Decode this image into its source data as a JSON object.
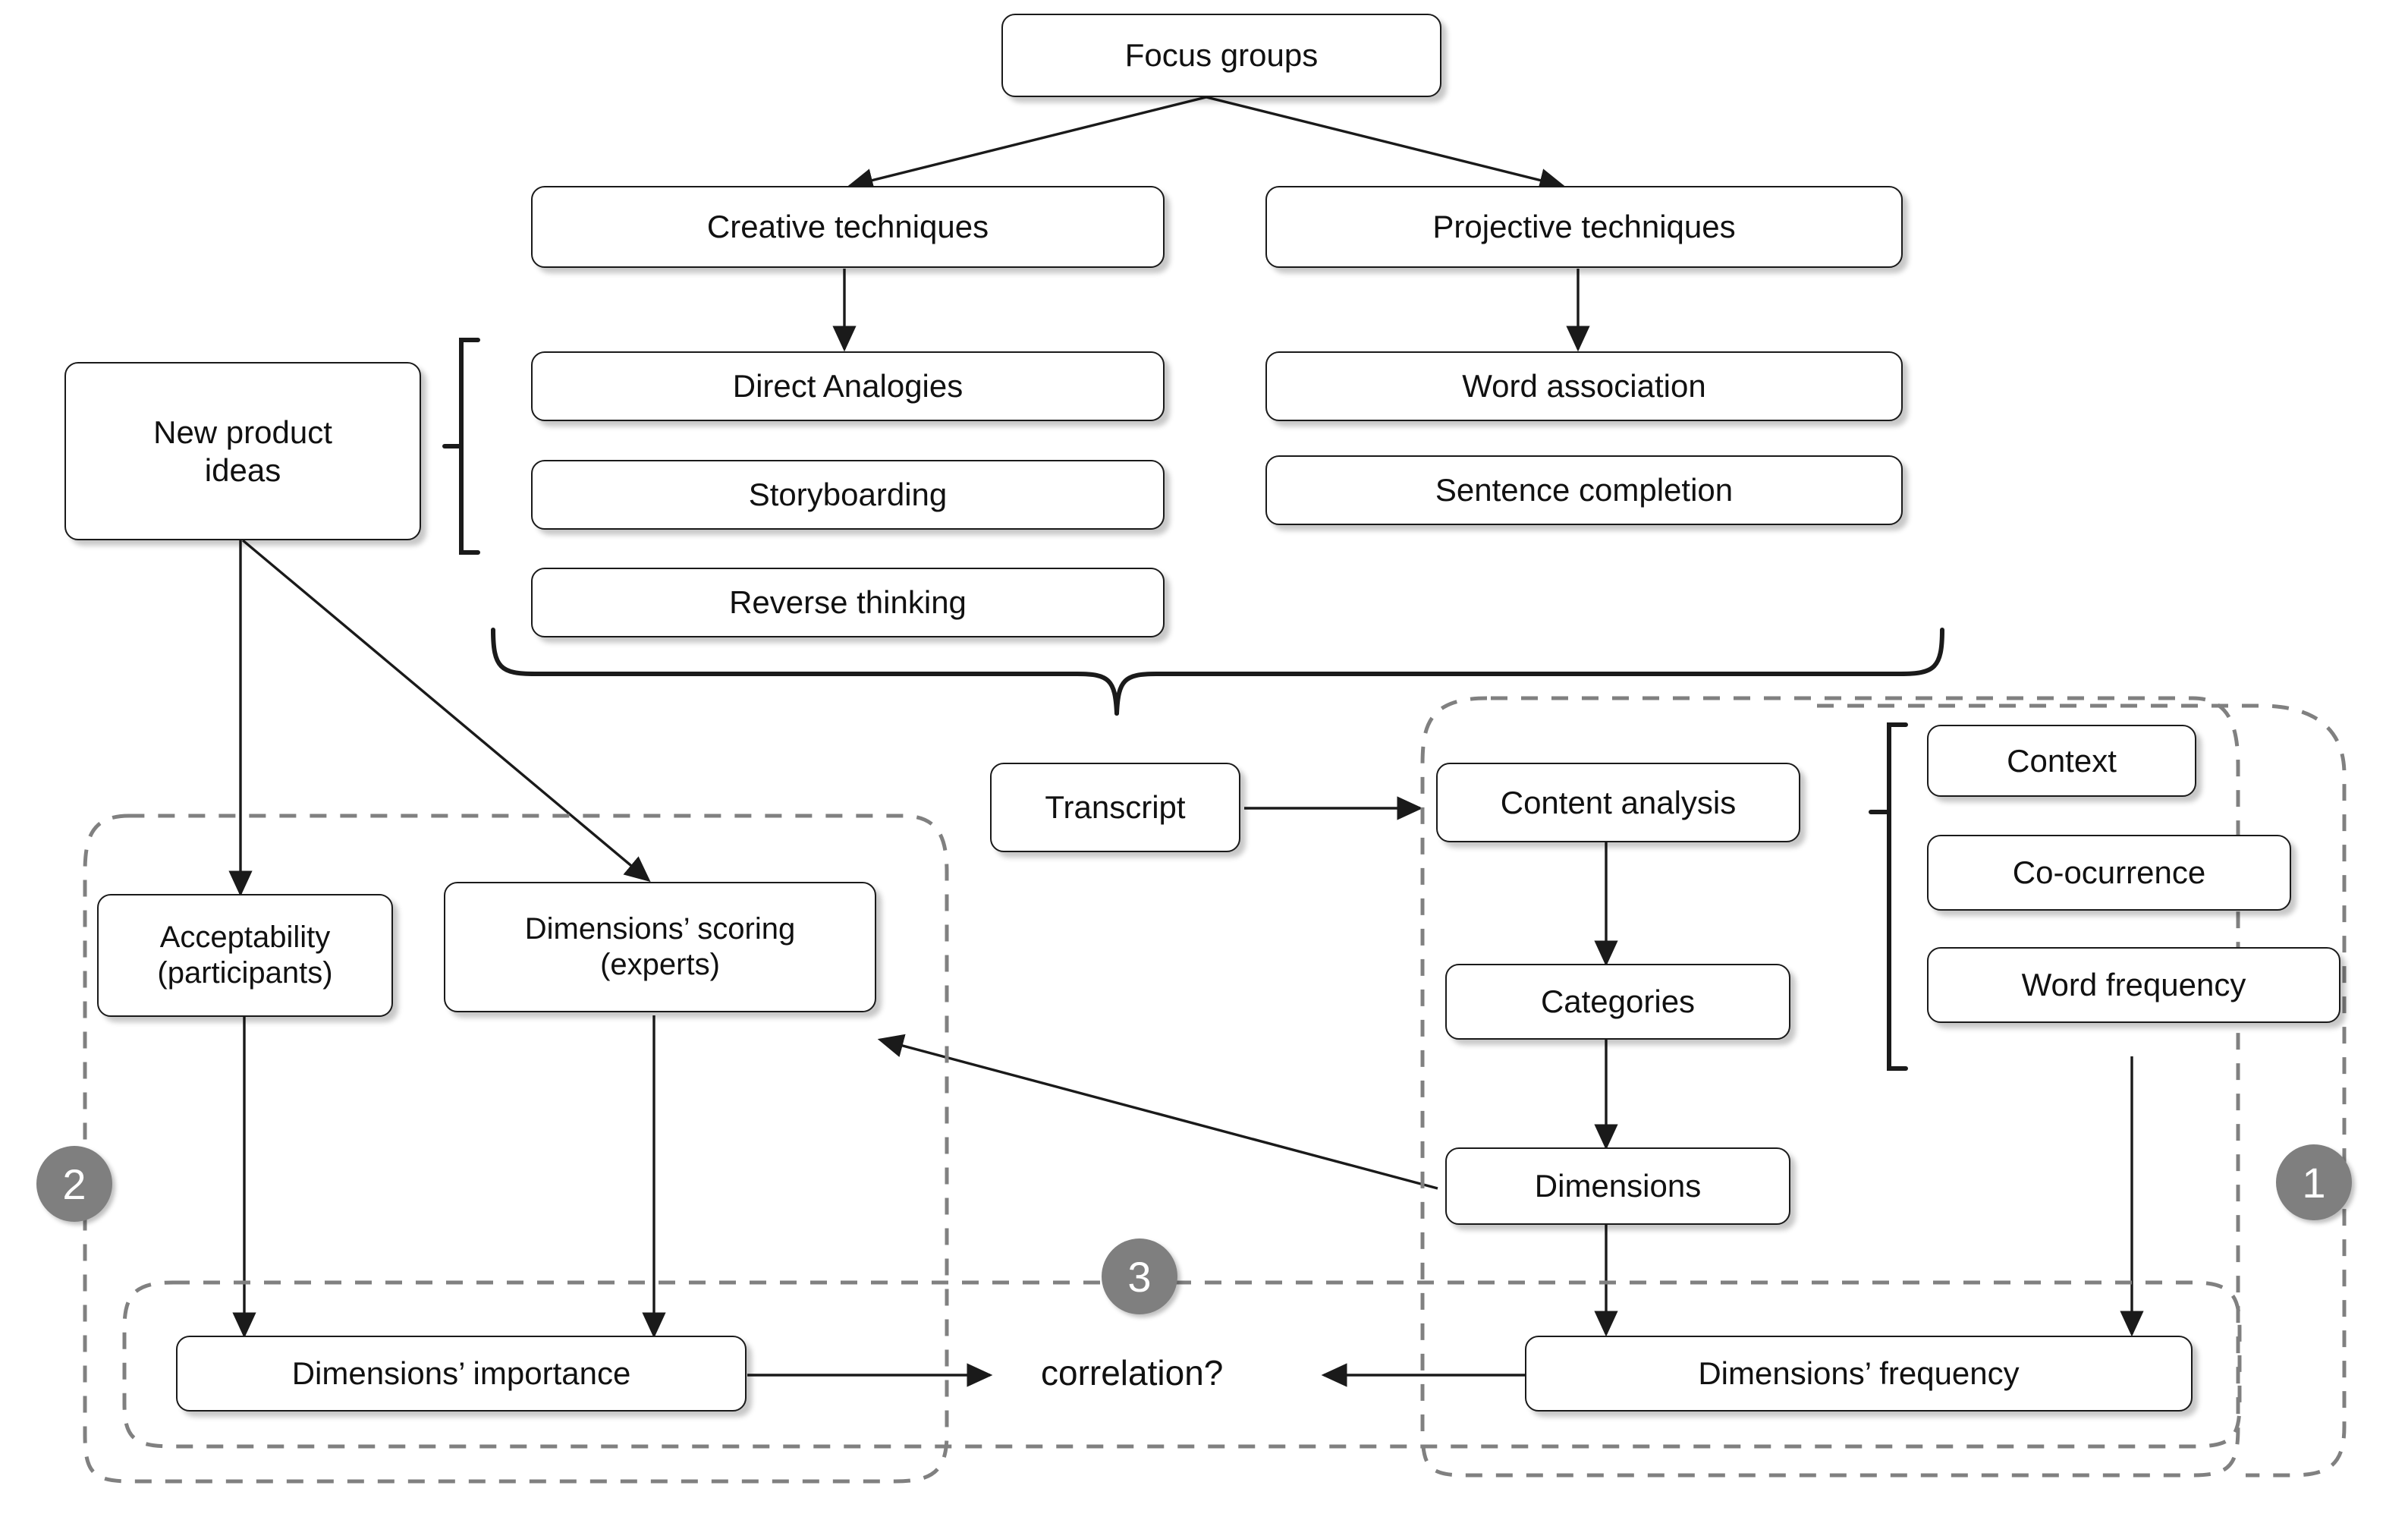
{
  "diagram": {
    "title": "Focus groups research methodology flow",
    "accent_gray": "#7f7f7f",
    "line_color": "#1a1a1a",
    "dash_color": "#808080",
    "nodes": {
      "focus_groups": "Focus groups",
      "creative_techniques": "Creative techniques",
      "projective_techniques": "Projective techniques",
      "direct_analogies": "Direct Analogies",
      "storyboarding": "Storyboarding",
      "reverse_thinking": "Reverse thinking",
      "word_association": "Word association",
      "sentence_completion": "Sentence completion",
      "new_product_ideas_line1": "New product",
      "new_product_ideas_line2": "ideas",
      "transcript": "Transcript",
      "content_analysis": "Content analysis",
      "categories": "Categories",
      "dimensions": "Dimensions",
      "context": "Context",
      "co_ocurrence": "Co-ocurrence",
      "word_frequency": "Word frequency",
      "acceptability_line1": "Acceptability",
      "acceptability_line2": "(participants)",
      "dimensions_scoring_line1": "Dimensions’ scoring",
      "dimensions_scoring_line2": "(experts)",
      "dimensions_importance": "Dimensions’ importance",
      "dimensions_frequency": "Dimensions’ frequency",
      "correlation": "correlation?"
    },
    "stage_markers": {
      "one": "1",
      "two": "2",
      "three": "3"
    }
  }
}
